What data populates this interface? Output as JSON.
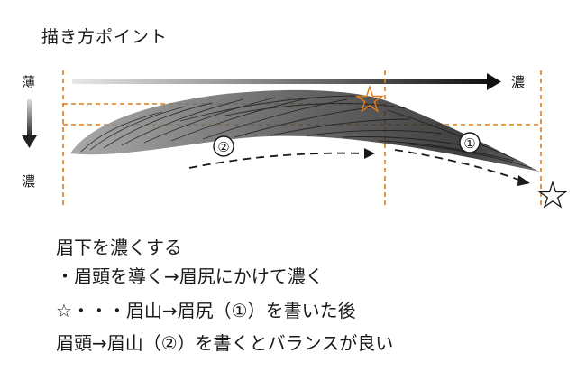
{
  "title": "描き方ポイント",
  "diagram": {
    "left_label_top": "薄",
    "left_label_bottom": "濃",
    "right_label": "濃",
    "marker_1": "①",
    "marker_2": "②",
    "star": "☆",
    "guide_color": "#e07b1a",
    "stroke_color": "#1a1a1a"
  },
  "notes": {
    "line1": "眉下を濃くする",
    "line2": "・眉頭を導く→眉尻にかけて濃く",
    "line3": "☆・・・眉山→眉尻（①）を書いた後",
    "line4": "眉頭→眉山（②）を書くとバランスが良い"
  }
}
